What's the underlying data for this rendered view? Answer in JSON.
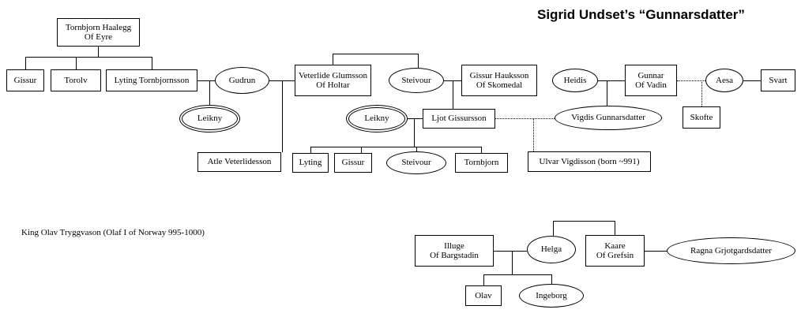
{
  "title": "Sigrid Undset’s “Gunnarsdatter”",
  "note": "King Olav Tryggvason (Olaf I of Norway 995-1000)",
  "colors": {
    "background": "#ffffff",
    "stroke": "#000000",
    "text": "#000000"
  },
  "nodes": {
    "tornbjorn_haalegg": "Tornbjorn Haalegg\nOf Eyre",
    "gissur_1": "Gissur",
    "torolv": "Torolv",
    "lyting_tornbjornsson": "Lyting Tornbjornsson",
    "gudrun": "Gudrun",
    "leikny_1": "Leikny",
    "atle_veterlidesson": "Atle Veterlidesson",
    "veterlide_glumsson": "Veterlide Glumsson\nOf Holtar",
    "steivour_1": "Steivour",
    "gissur_hauksson": "Gissur Hauksson\nOf Skomedal",
    "leikny_2": "Leikny",
    "ljot_gissursson": "Ljot Gissursson",
    "lyting_child": "Lyting",
    "gissur_child": "Gissur",
    "steivour_child": "Steivour",
    "tornbjorn_child": "Tornbjorn",
    "heidis": "Heidis",
    "gunnar_of_vadin": "Gunnar\nOf Vadin",
    "aesa": "Aesa",
    "svart": "Svart",
    "vigdis_gunnarsdatter": "Vigdis Gunnarsdatter",
    "skofte": "Skofte",
    "ulvar_vigdisson": "Ulvar Vigdisson (born ~991)",
    "illuge_of_bargstadin": "Illuge\nOf Bargstadin",
    "helga": "Helga",
    "kaare_of_grefsin": "Kaare\nOf Grefsin",
    "ragna_grjotgardsdatter": "Ragna Grjotgardsdatter",
    "olav": "Olav",
    "ingeborg": "Ingeborg"
  }
}
